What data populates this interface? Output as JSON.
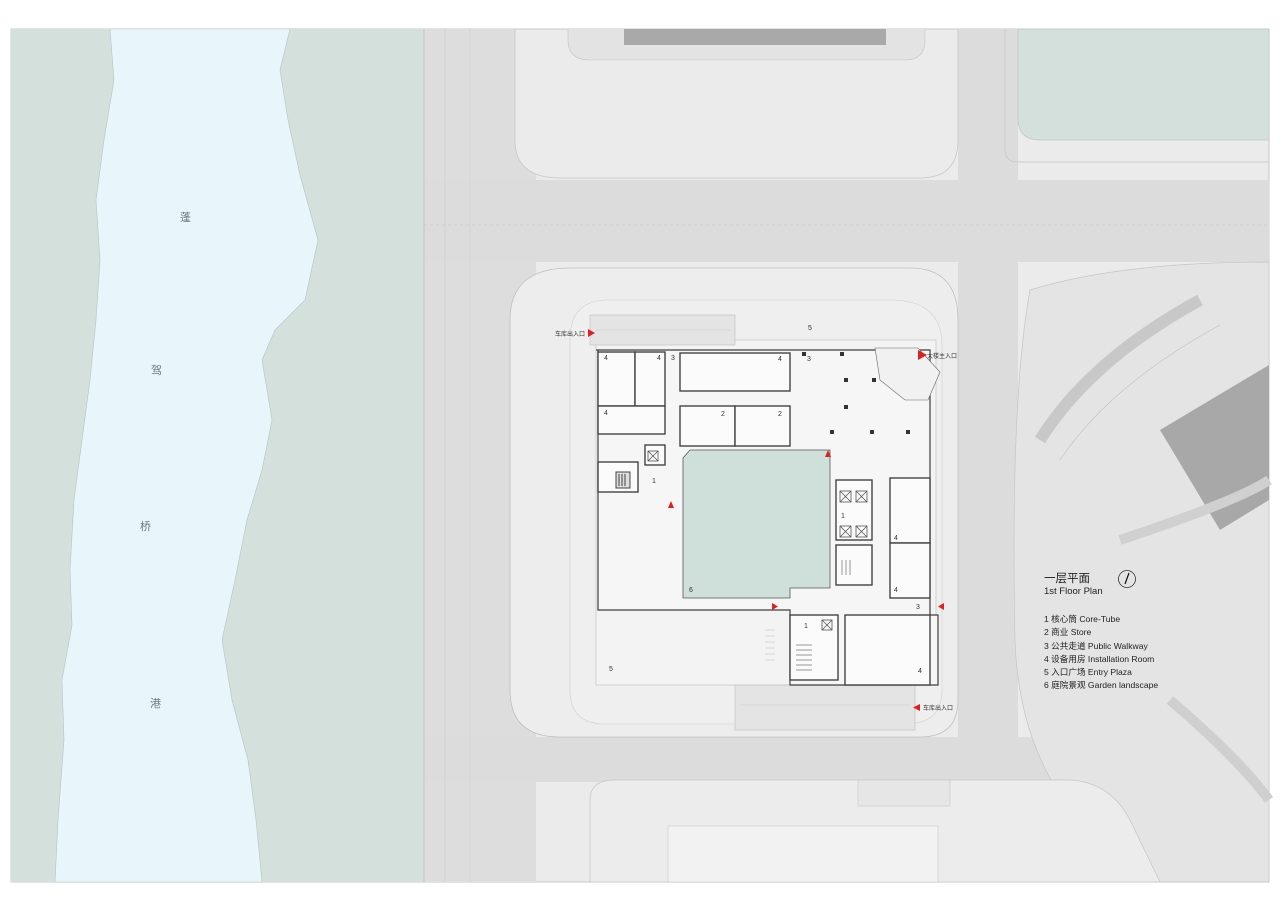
{
  "river": {
    "labels": [
      "蓬",
      "驾",
      "桥",
      "港"
    ]
  },
  "title": {
    "cn": "一层平面",
    "en": "1st Floor Plan"
  },
  "legend": [
    "1 核心筒  Core-Tube",
    "2 商业  Store",
    "3 公共走道  Public Walkway",
    "4 设备用房  Installation Room",
    "5 入口广场  Entry Plaza",
    "6 庭院景观  Garden landscape"
  ],
  "entrances": {
    "garage_top": "车库出入口",
    "main": "大楼主入口",
    "garage_bottom": "车库出入口"
  },
  "room_numbers": {
    "plaza_top": "5",
    "plaza_bottom": "5",
    "top_left_a": "4",
    "top_left_b": "4",
    "top_left_c": "4",
    "top_mid": "4",
    "walkway_top": "3",
    "walkway_top_b": "3",
    "store_a": "2",
    "store_b": "2",
    "core_left": "1",
    "core_right": "1",
    "core_bottom": "1",
    "right_a": "4",
    "right_b": "4",
    "bottom_right": "4",
    "walkway_right": "3",
    "garden": "6"
  },
  "colors": {
    "river": "#e8f6fc",
    "green": "#d3e0dc",
    "road": "#dcdcdc",
    "sidewalk": "#ebebeb",
    "entry_marker": "#e02020",
    "wall": "#444444",
    "courtyard": "#cfdfda"
  }
}
